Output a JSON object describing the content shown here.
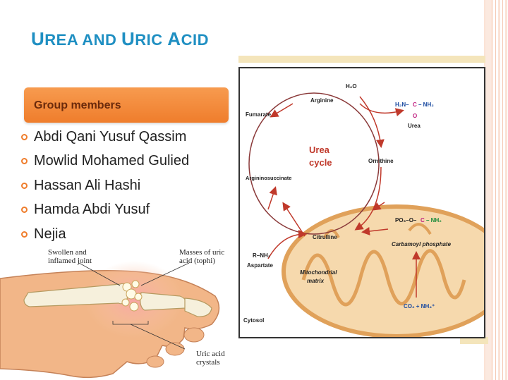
{
  "title": {
    "first_word_cap": "U",
    "first_word_rest": "REA AND ",
    "second_cap": "U",
    "second_rest": "RIC ",
    "third_cap": "A",
    "third_rest": "CID"
  },
  "group_label": "Group members",
  "members": [
    "Abdi  Qani Yusuf Qassim",
    "Mowlid Mohamed Gulied",
    "Hassan Ali Hashi",
    "Hamda Abdi Yusuf",
    "Nejia"
  ],
  "diagram": {
    "h2o": "H₂O",
    "arginine": "Arginine",
    "urea_formula_left": "H₂N–",
    "urea_c": "C",
    "urea_formula_right": "– NH₂",
    "urea_o": "O",
    "urea": "Urea",
    "fumarate": "Fumarate",
    "urea_cycle_1": "Urea",
    "urea_cycle_2": "cycle",
    "ornithine": "Ornithine",
    "argininosuccinate": "Argininosuccinate",
    "cp_formula_left": "PO₃–O–",
    "cp_c": "C",
    "cp_formula_right": "– NH₂",
    "carbamoyl": "Carbamoyl phosphate",
    "r_nh2": "R–NH₂",
    "aspartate": "Aspartate",
    "citrulline": "Citrulline",
    "mito_1": "Mitochondrial",
    "mito_2": "matrix",
    "co2": "CO₂ + NH₄⁺",
    "cytosol": "Cytosol"
  },
  "toe": {
    "swollen_1": "Swollen and",
    "swollen_2": "inflamed joint",
    "masses_1": "Masses of uric",
    "masses_2": "acid (tophi)",
    "crystals_1": "Uric acid",
    "crystals_2": "crystals"
  },
  "colors": {
    "title_blue": "#1f8fc2",
    "orange": "#ef7d2c",
    "mito": "#e8a55a"
  }
}
